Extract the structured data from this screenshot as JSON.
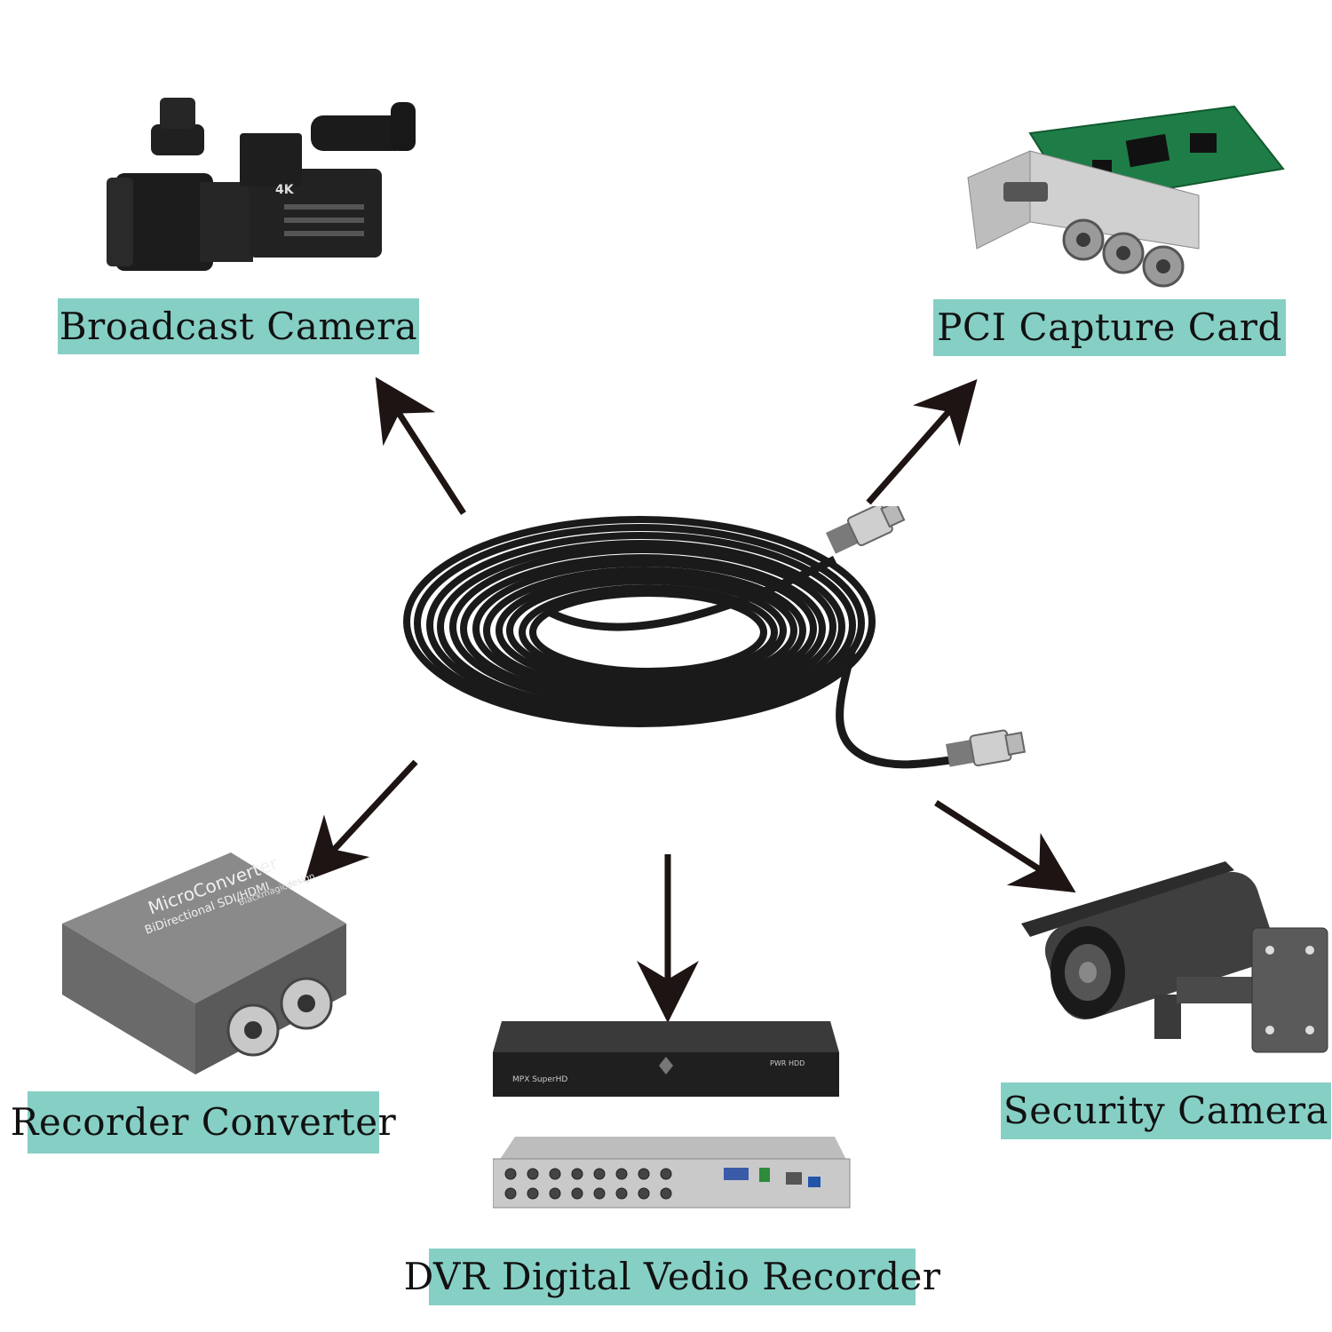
{
  "labels": {
    "broadcast_camera": "Broadcast Camera",
    "pci_capture_card": "PCI Capture Card",
    "recorder_converter": "Recorder Converter",
    "dvr": "DVR Digital Vedio Recorder",
    "security_camera": "Security Camera"
  },
  "colors": {
    "label_background": "#86cfc5",
    "arrow": "#1e1414",
    "cable": "#1a1a1a"
  },
  "device_markings": {
    "camera_badge": "4K",
    "converter_title": "MicroConverter",
    "converter_subtitle": "BiDirectional SDI/HDMI",
    "converter_brand": "Blackmagicdesign",
    "dvr_model": "MPX SuperHD",
    "dvr_pwr": "PWR",
    "dvr_hdd": "HDD"
  }
}
